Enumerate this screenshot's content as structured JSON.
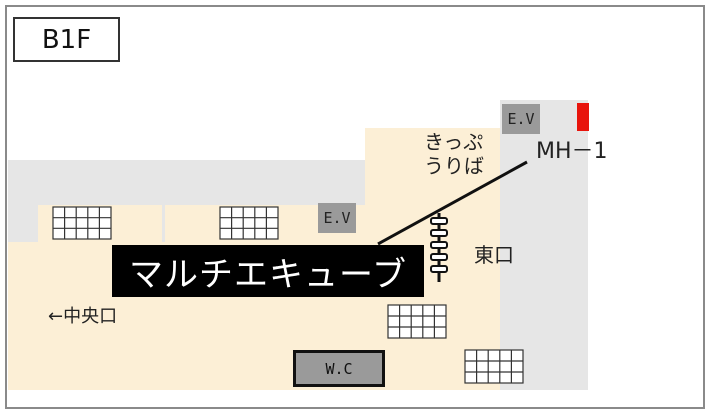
{
  "floor_label": "B1F",
  "labels": {
    "kippu_line1": "きっぷ",
    "kippu_line2": "うりば",
    "mh": "MH－1",
    "east_exit": "東口",
    "central_exit": "←中央口"
  },
  "elevators": [
    "E.V",
    "E.V"
  ],
  "shop_name": "マルチエキューブ",
  "toilet": "W.C",
  "colors": {
    "corridor": "#e6e6e6",
    "concourse": "#fcefd6",
    "marker_red": "#e8140c",
    "block": "#9a9a9a"
  },
  "icons": [
    "ticket-gate-icon",
    "stairs-icon",
    "manhole-marker-icon"
  ]
}
